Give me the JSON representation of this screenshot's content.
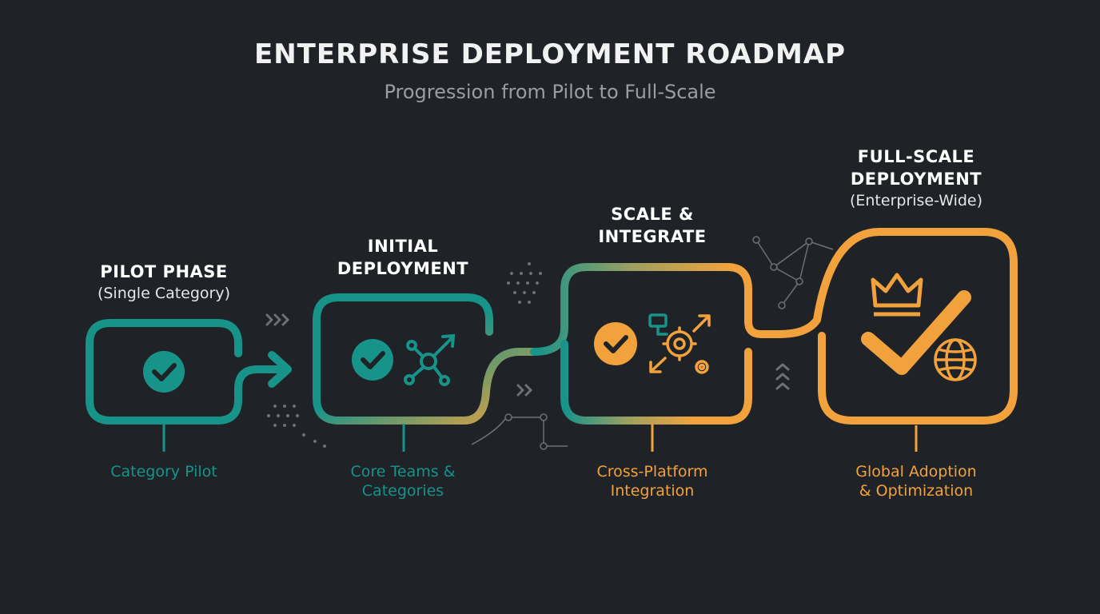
{
  "header": {
    "title": "ENTERPRISE DEPLOYMENT ROADMAP",
    "subtitle": "Progression from Pilot to Full-Scale"
  },
  "colors": {
    "background": "#1f2226",
    "teal": "#17938a",
    "orange": "#f2a23c",
    "gray": "#6d7175"
  },
  "stages": [
    {
      "title_lines": [
        "PILOT PHASE"
      ],
      "subtitle": "(Single Category)",
      "caption_lines": [
        "Category Pilot"
      ],
      "icons": [
        "check-circle-icon"
      ]
    },
    {
      "title_lines": [
        "INITIAL",
        "DEPLOYMENT"
      ],
      "subtitle": "",
      "caption_lines": [
        "Core Teams &",
        "Categories"
      ],
      "icons": [
        "check-circle-icon",
        "network-growth-icon"
      ]
    },
    {
      "title_lines": [
        "SCALE &",
        "INTEGRATE"
      ],
      "subtitle": "",
      "caption_lines": [
        "Cross-Platform",
        "Integration"
      ],
      "icons": [
        "check-circle-icon",
        "gears-integration-icon"
      ]
    },
    {
      "title_lines": [
        "FULL-SCALE",
        "DEPLOYMENT"
      ],
      "subtitle": "(Enterprise-Wide)",
      "caption_lines": [
        "Global Adoption",
        "& Optimization"
      ],
      "icons": [
        "crown-icon",
        "large-check-icon",
        "globe-icon"
      ]
    }
  ]
}
